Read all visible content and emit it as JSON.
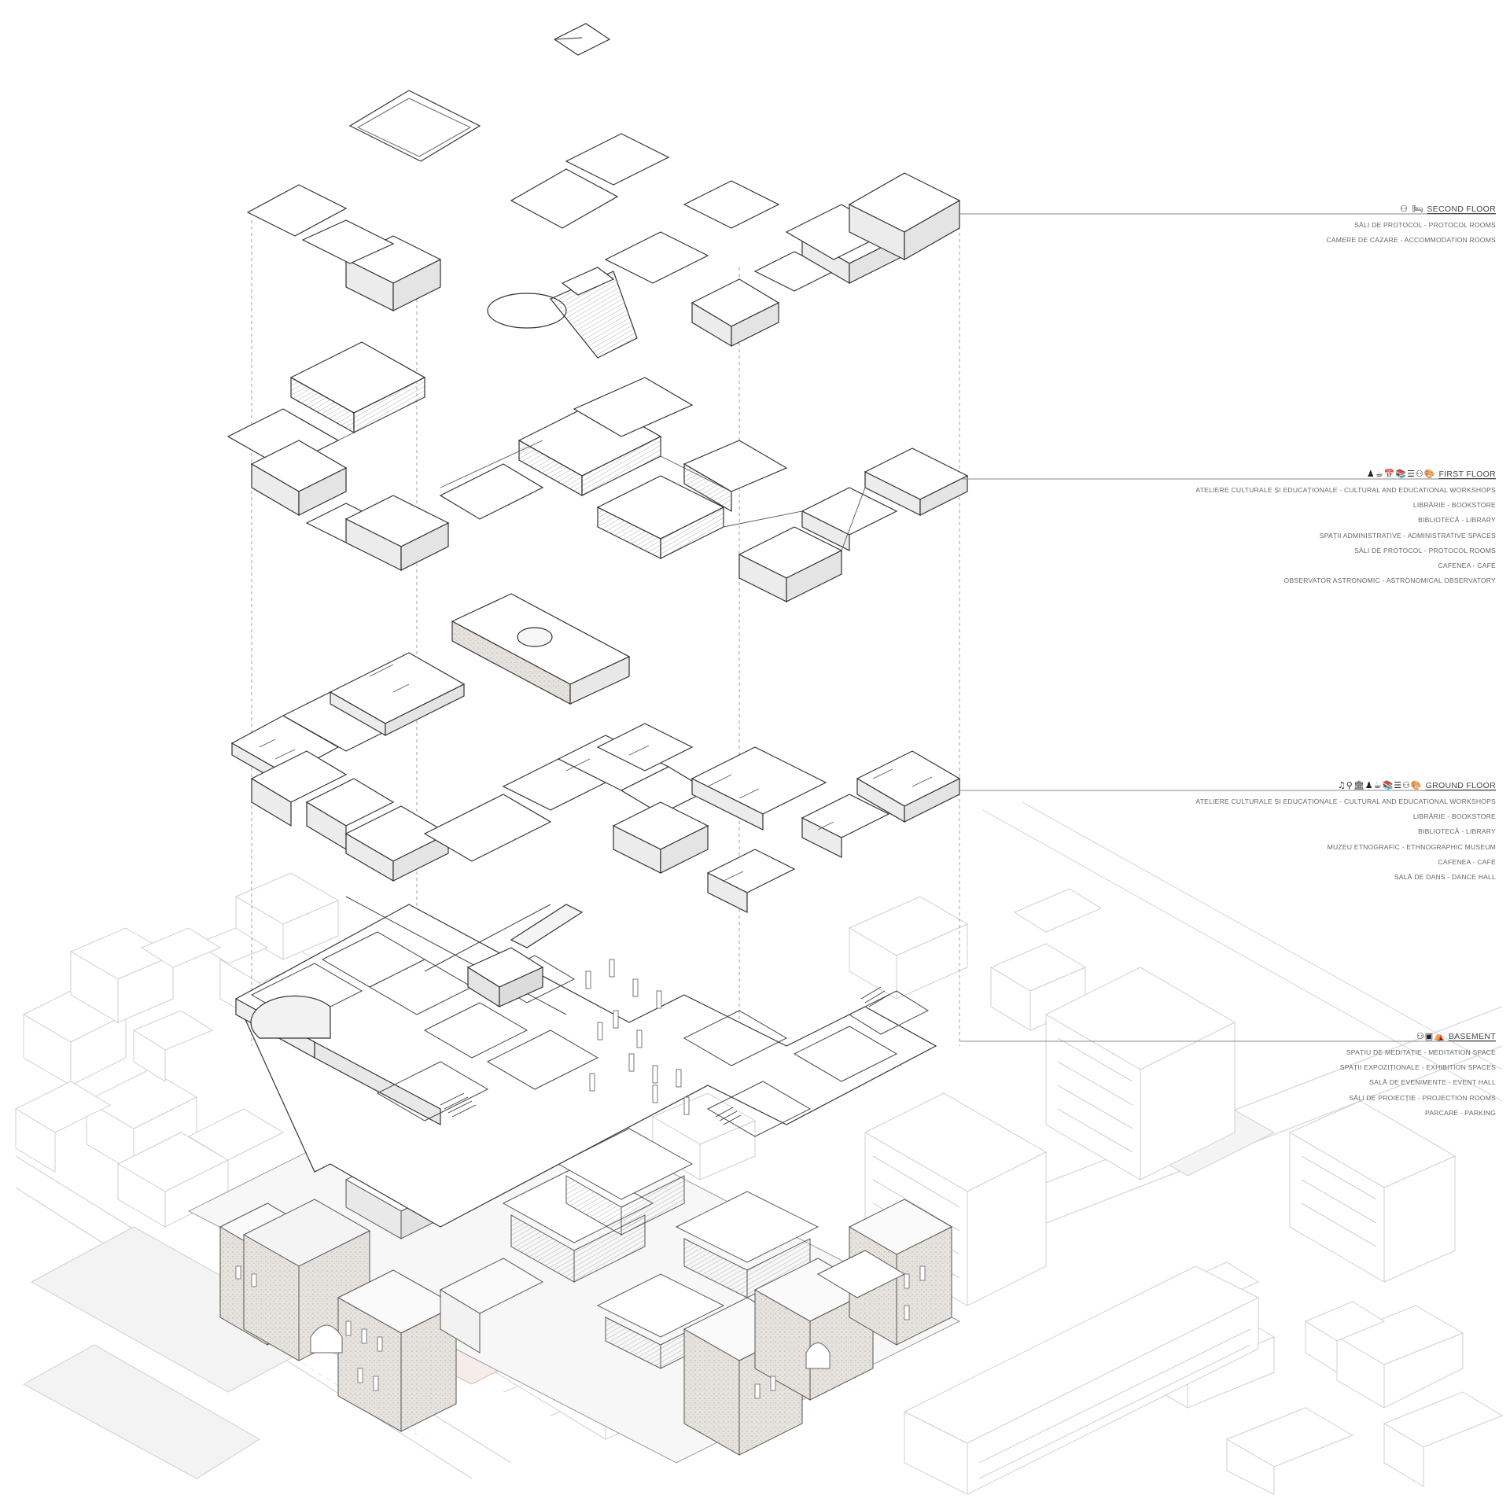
{
  "legend": {
    "second_floor": {
      "title": "SECOND FLOOR",
      "icons": "⚇ 🛏",
      "items": [
        "SĂLI DE PROTOCOL - PROTOCOL ROOMS",
        "CAMERE DE CAZARE - ACCOMMODATION ROOMS"
      ]
    },
    "first_floor": {
      "title": "FIRST FLOOR",
      "icons": "♟☕📅📚☰⚇🎨",
      "items": [
        "ATELIERE CULTURALE ȘI EDUCAȚIONALE - CULTURAL AND EDUCATIONAL WORKSHOPS",
        "LIBRĂRIE - BOOKSTORE",
        "BIBLIOTECĂ - LIBRARY",
        "SPAȚII ADMINISTRATIVE - ADMINISTRATIVE SPACES",
        "SĂLI DE PROTOCOL - PROTOCOL ROOMS",
        "CAFENEA - CAFÉ",
        "OBSERVATOR ASTRONOMIC - ASTRONOMICAL OBSERVATORY"
      ]
    },
    "ground_floor": {
      "title": "GROUND FLOOR",
      "icons": "♫⚲🏛♟☕📚☰⚇🎨",
      "items": [
        "ATELIERE CULTURALE ȘI EDUCAȚIONALE - CULTURAL AND EDUCATIONAL WORKSHOPS",
        "LIBRĂRIE - BOOKSTORE",
        "BIBLIOTECĂ - LIBRARY",
        "MUZEU ETNOGRAFIC - ETHNOGRAPHIC MUSEUM",
        "CAFENEA - CAFÉ",
        "SALĂ DE DANS - DANCE HALL"
      ]
    },
    "basement": {
      "title": "BASEMENT",
      "icons": "⚇▣⛺",
      "items": [
        "SPAȚIU DE MEDITAȚIE - MEDITATION SPACE",
        "SPAȚII EXPOZIȚIONALE - EXHIBITION SPACES",
        "SALĂ DE EVENIMENTE - EVENT HALL",
        "SĂLI DE PROIECȚIE - PROJECTION ROOMS",
        "PARCARE - PARKING"
      ]
    }
  },
  "colors": {
    "line_dark": "#3a3a3a",
    "line_light": "#c9c9c9",
    "stone": "#e4e0db",
    "accent_paving": "#d8b7ae",
    "leader": "#8a8a8a"
  }
}
